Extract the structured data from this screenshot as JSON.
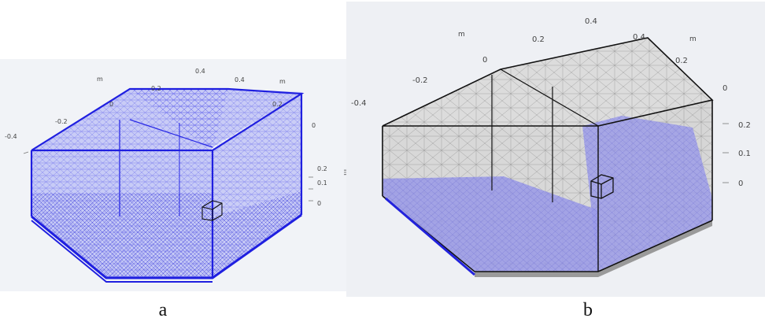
{
  "panels": [
    {
      "caption": "a",
      "mesh_color": "#2a2ae6",
      "axis_unit": "m",
      "ticks_back_left": [
        "-0.4",
        "-0.2",
        "0",
        "0.2",
        "0.4"
      ],
      "ticks_back_right": [
        "0.4",
        "0.2",
        "0"
      ],
      "ticks_z": [
        "0.2",
        "0.1",
        "0"
      ]
    },
    {
      "caption": "b",
      "mesh_color": "#8d8de6",
      "edge_color": "#111111",
      "axis_unit": "m",
      "ticks_back_left": [
        "-0.4",
        "-0.2",
        "0",
        "0.2",
        "0.4"
      ],
      "ticks_back_right": [
        "0.4",
        "0.2",
        "0"
      ],
      "ticks_z": [
        "0.2",
        "0.1",
        "0"
      ]
    }
  ]
}
